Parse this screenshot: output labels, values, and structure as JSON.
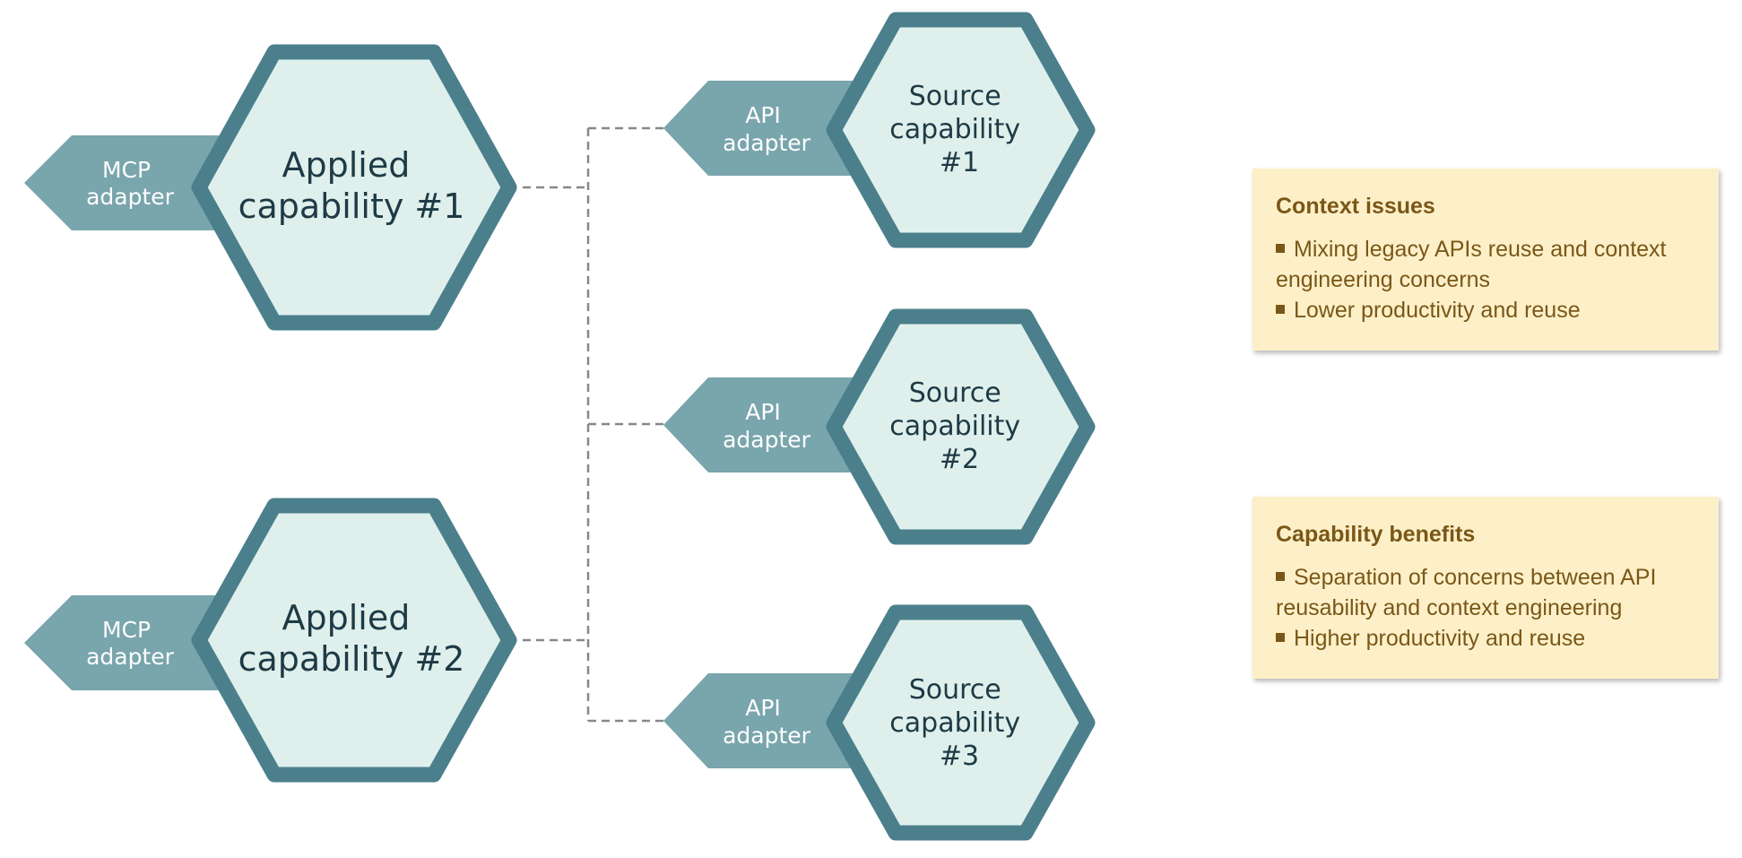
{
  "applied_capabilities": [
    {
      "adapter_lines": [
        "MCP",
        "adapter"
      ],
      "name_lines": [
        "Applied",
        "capability #1"
      ]
    },
    {
      "adapter_lines": [
        "MCP",
        "adapter"
      ],
      "name_lines": [
        "Applied",
        "capability #2"
      ]
    }
  ],
  "source_capabilities": [
    {
      "adapter_lines": [
        "API",
        "adapter"
      ],
      "name_lines": [
        "Source",
        "capability",
        "#1"
      ]
    },
    {
      "adapter_lines": [
        "API",
        "adapter"
      ],
      "name_lines": [
        "Source",
        "capability",
        "#2"
      ]
    },
    {
      "adapter_lines": [
        "API",
        "adapter"
      ],
      "name_lines": [
        "Source",
        "capability",
        "#3"
      ]
    }
  ],
  "notes": [
    {
      "title": "Context issues",
      "items": [
        "Mixing legacy APIs reuse and context engineering concerns",
        "Lower productivity and reuse"
      ]
    },
    {
      "title": "Capability benefits",
      "items": [
        "Separation of concerns between API reusability and context engineering",
        "Higher productivity and reuse"
      ]
    }
  ],
  "colors": {
    "hex_border": "#4b7f8c",
    "hex_fill": "#dff0ec",
    "adapter_fill": "#79a5ad",
    "adapter_text": "#ffffff",
    "hex_text": "#1d3a45",
    "connector": "#888888",
    "note_bg": "#fdf0c8",
    "note_text": "#7a5718"
  }
}
